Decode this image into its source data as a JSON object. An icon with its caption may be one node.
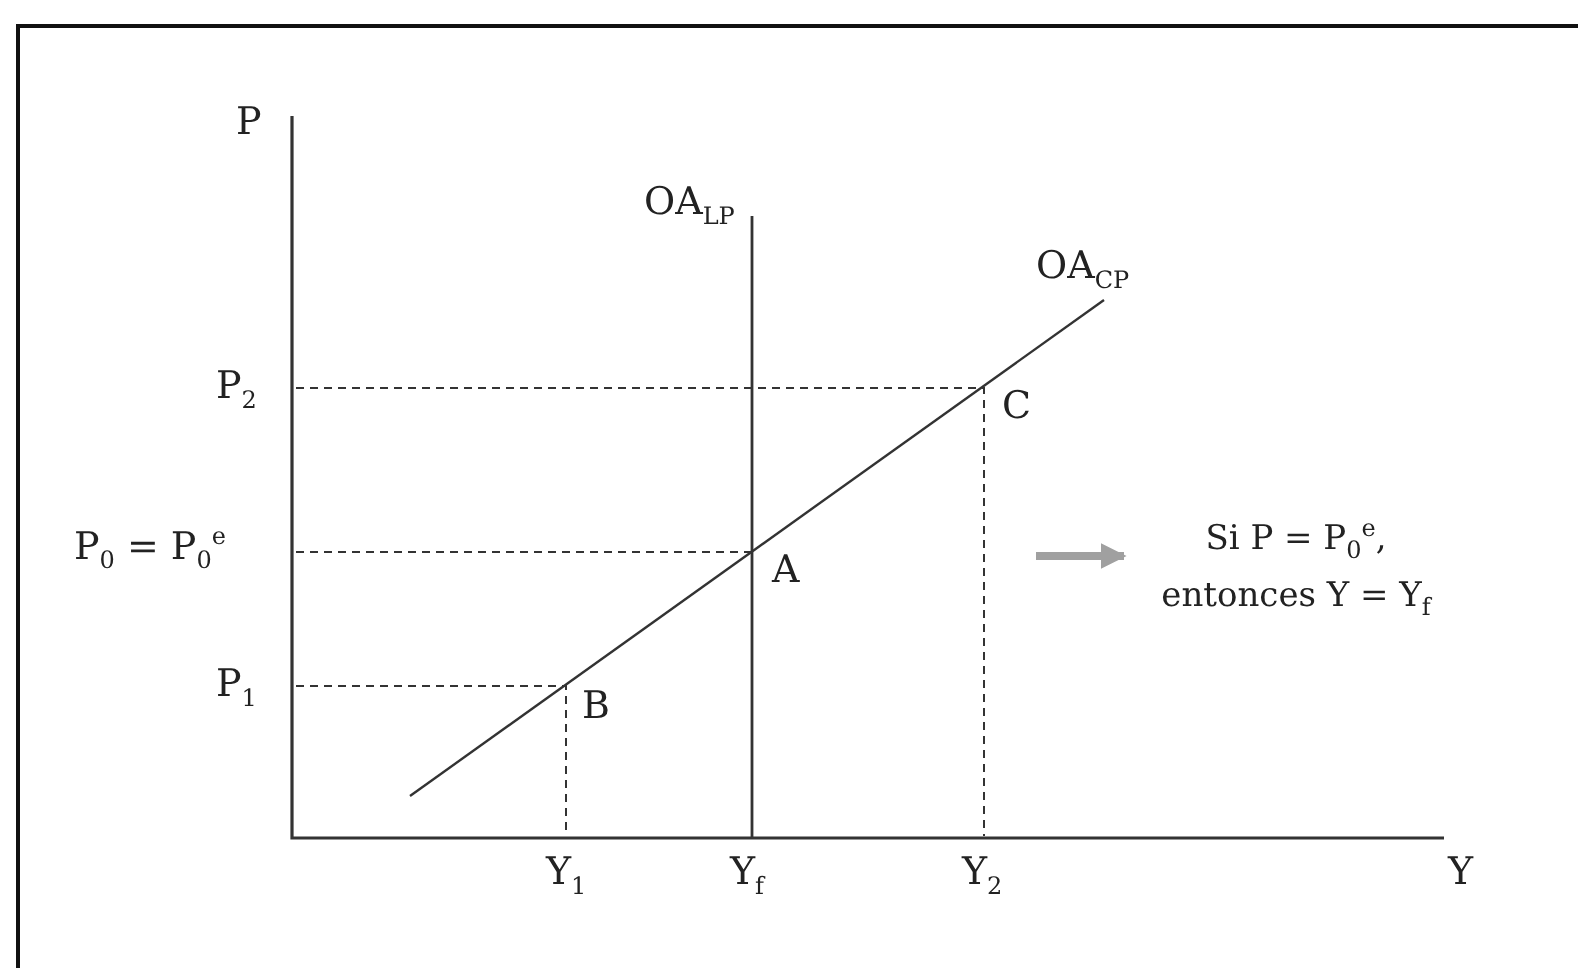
{
  "diagram": {
    "labels": [
      "P",
      "OA$_{LP}$",
      "OA$_{CP}$",
      "P$_{2}$",
      "C",
      "P$_{0}$ = P$_{0}$$^{e}$",
      "A",
      "Si P = P$_{0}$$^{e}$, entonces Y = Y$_{f}$",
      "P$_{1}$",
      "B",
      "Y$_{1}$",
      "Y$_{f}$",
      "Y$_{2}$",
      "Y"
    ]
  }
}
